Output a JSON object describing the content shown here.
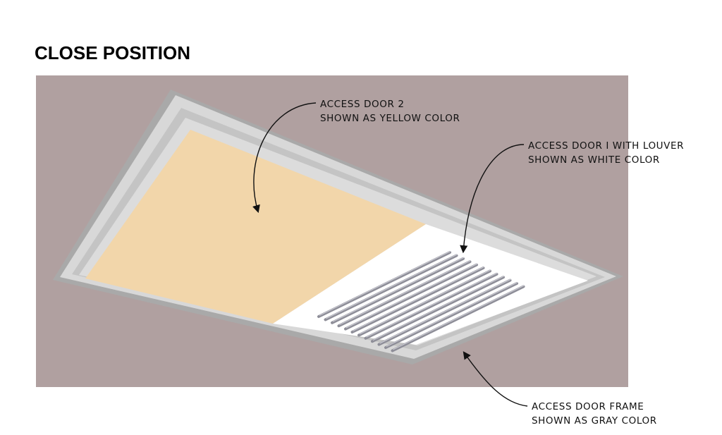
{
  "title": "CLOSE POSITION",
  "colors": {
    "wall": "#b0a0a0",
    "frame_light": "#d6d6d6",
    "frame_mid": "#bdbdbd",
    "frame_dark": "#a6a6a6",
    "door_yellow": "#f2d6aa",
    "door_white": "#ffffff",
    "louver_slot": "#8e8e98"
  },
  "callouts": [
    {
      "id": "door2",
      "lines": [
        "ACCESS DOOR 2",
        "SHOWN AS YELLOW COLOR"
      ]
    },
    {
      "id": "door1",
      "lines": [
        "ACCESS DOOR I WITH LOUVER",
        "SHOWN AS WHITE COLOR"
      ]
    },
    {
      "id": "frame",
      "lines": [
        "ACCESS DOOR FRAME",
        "SHOWN AS GRAY COLOR"
      ]
    }
  ]
}
